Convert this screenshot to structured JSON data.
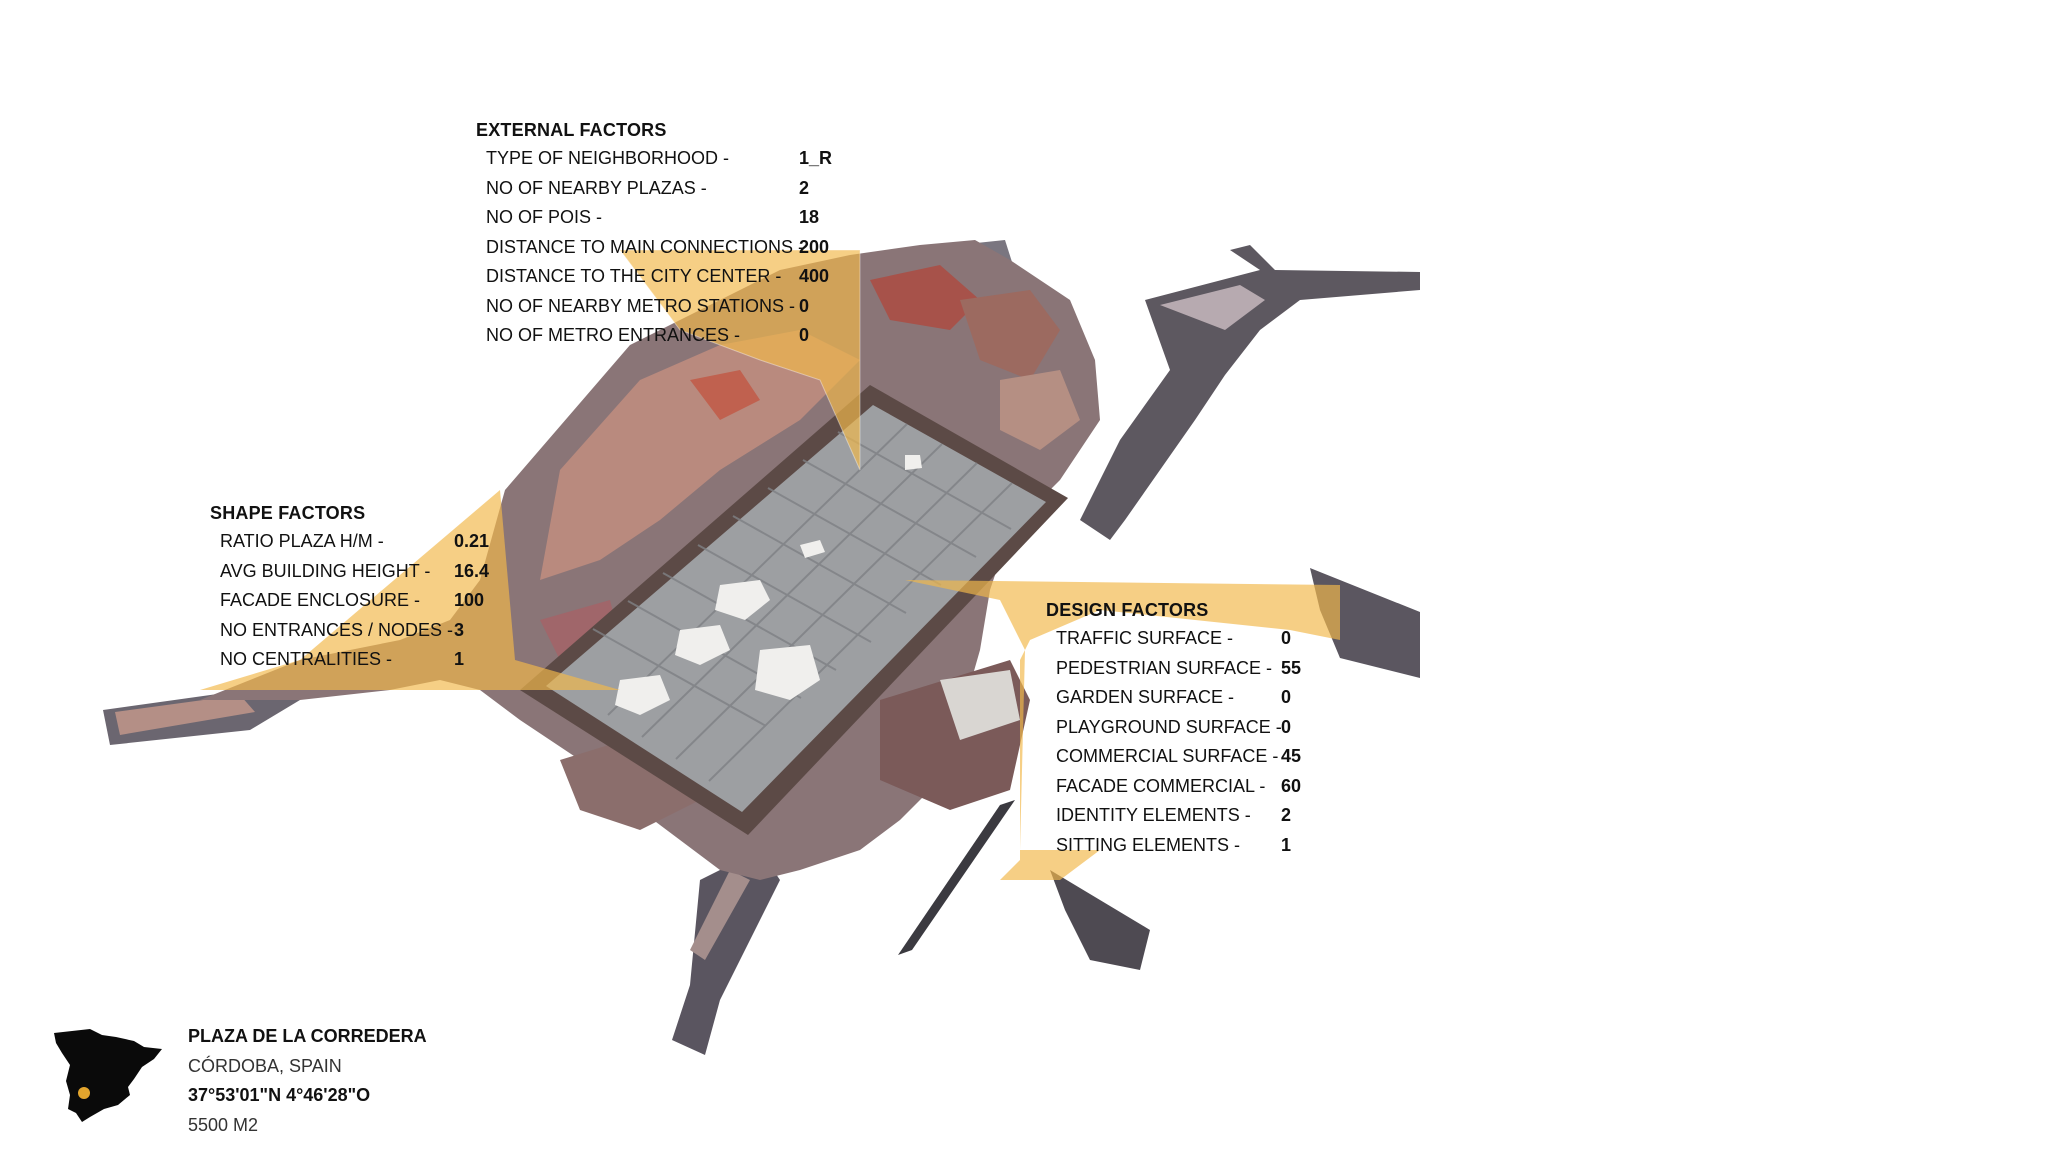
{
  "colors": {
    "highlight": "#f2b84b",
    "map_fill": "#0a0a0a",
    "marker": "#e3a52d"
  },
  "icons": {
    "spain_map": "spain-map-icon",
    "location_marker": "location-dot-icon"
  },
  "external_factors": {
    "title": "EXTERNAL FACTORS",
    "rows": [
      {
        "label": "TYPE OF NEIGHBORHOOD -",
        "value": "1_R"
      },
      {
        "label": "NO OF NEARBY PLAZAS -",
        "value": "2"
      },
      {
        "label": "NO OF POIS -",
        "value": "18"
      },
      {
        "label": "DISTANCE TO MAIN CONNECTIONS -",
        "value": "200"
      },
      {
        "label": "DISTANCE TO THE CITY CENTER -",
        "value": "400"
      },
      {
        "label": "NO OF NEARBY METRO STATIONS -",
        "value": "0"
      },
      {
        "label": "NO OF METRO ENTRANCES -",
        "value": "0"
      }
    ]
  },
  "shape_factors": {
    "title": "SHAPE FACTORS",
    "rows": [
      {
        "label": "RATIO PLAZA H/M -",
        "value": "0.21"
      },
      {
        "label": "AVG BUILDING HEIGHT -",
        "value": "16.4"
      },
      {
        "label": "FACADE ENCLOSURE -",
        "value": "100"
      },
      {
        "label": "NO ENTRANCES / NODES -",
        "value": "3"
      },
      {
        "label": "NO CENTRALITIES -",
        "value": "1"
      }
    ]
  },
  "design_factors": {
    "title": "DESIGN FACTORS",
    "rows": [
      {
        "label": "TRAFFIC SURFACE -",
        "value": "0"
      },
      {
        "label": "PEDESTRIAN SURFACE -",
        "value": "55"
      },
      {
        "label": "GARDEN SURFACE -",
        "value": "0"
      },
      {
        "label": "PLAYGROUND SURFACE -",
        "value": "0"
      },
      {
        "label": "COMMERCIAL SURFACE -",
        "value": "45"
      },
      {
        "label": "FACADE COMMERCIAL -",
        "value": "60"
      },
      {
        "label": "IDENTITY ELEMENTS -",
        "value": "2"
      },
      {
        "label": "SITTING ELEMENTS -",
        "value": "1"
      }
    ]
  },
  "location": {
    "name": "PLAZA DE LA CORREDERA",
    "city": "CÓRDOBA, SPAIN",
    "coordinates": "37°53'01\"N 4°46'28\"O",
    "area": "5500 M2"
  }
}
